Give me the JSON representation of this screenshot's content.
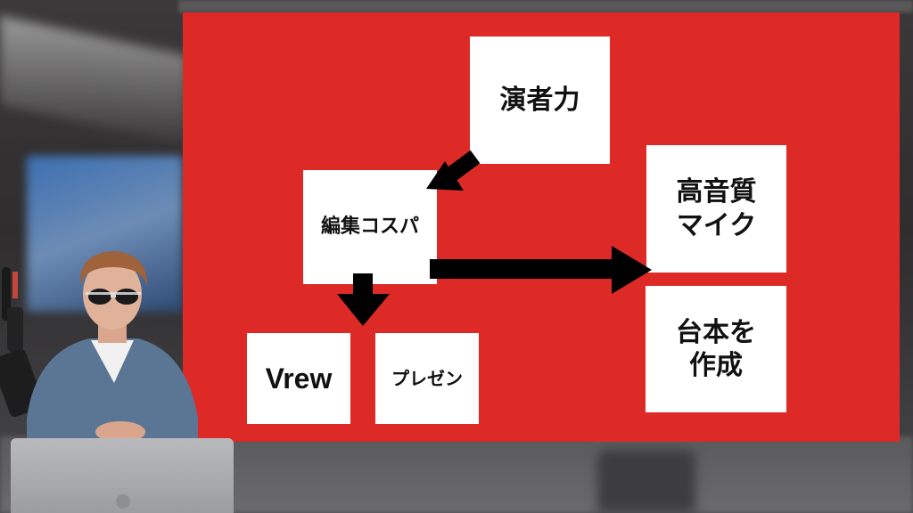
{
  "diagram": {
    "nodes": [
      {
        "id": "acting",
        "lines": [
          "演者力"
        ]
      },
      {
        "id": "editing",
        "lines": [
          "編集コスパ"
        ]
      },
      {
        "id": "mic",
        "lines": [
          "高音質",
          "マイク"
        ]
      },
      {
        "id": "script",
        "lines": [
          "台本を",
          "作成"
        ]
      },
      {
        "id": "vrew",
        "lines": [
          "Vrew"
        ]
      },
      {
        "id": "presen",
        "lines": [
          "プレゼン"
        ]
      }
    ],
    "edges": [
      {
        "from": "acting",
        "to": "editing"
      },
      {
        "from": "editing",
        "to": "vrew"
      },
      {
        "from": "editing",
        "to": "mic"
      }
    ]
  },
  "colors": {
    "board": "#dd2a27",
    "box": "#ffffff",
    "text": "#111111",
    "arrow": "#000000"
  }
}
